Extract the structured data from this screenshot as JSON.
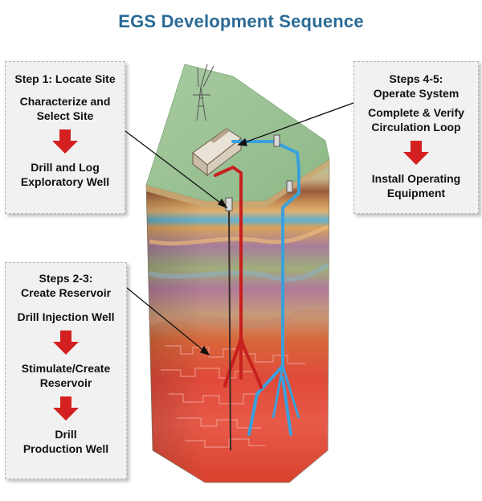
{
  "title": "EGS Development Sequence",
  "step1": {
    "heading": "Step 1: Locate Site",
    "action1_line1": "Characterize and",
    "action1_line2": "Select Site",
    "action2_line1": "Drill and Log",
    "action2_line2": "Exploratory Well"
  },
  "steps45": {
    "heading_line1": "Steps 4-5:",
    "heading_line2": "Operate System",
    "action1_line1": "Complete & Verify",
    "action1_line2": "Circulation Loop",
    "action2_line1": "Install Operating",
    "action2_line2": "Equipment"
  },
  "steps23": {
    "heading_line1": "Steps 2-3:",
    "heading_line2": "Create Reservoir",
    "action1": "Drill Injection Well",
    "action2_line1": "Stimulate/Create",
    "action2_line2": "Reservoir",
    "action3_line1": "Drill",
    "action3_line2": "Production Well"
  },
  "colors": {
    "title": "#2a6a96",
    "arrow": "#d42020",
    "hot_pipe": "#c8201e",
    "cold_pipe": "#3aa0dc",
    "surface": "#8fbf8a"
  }
}
